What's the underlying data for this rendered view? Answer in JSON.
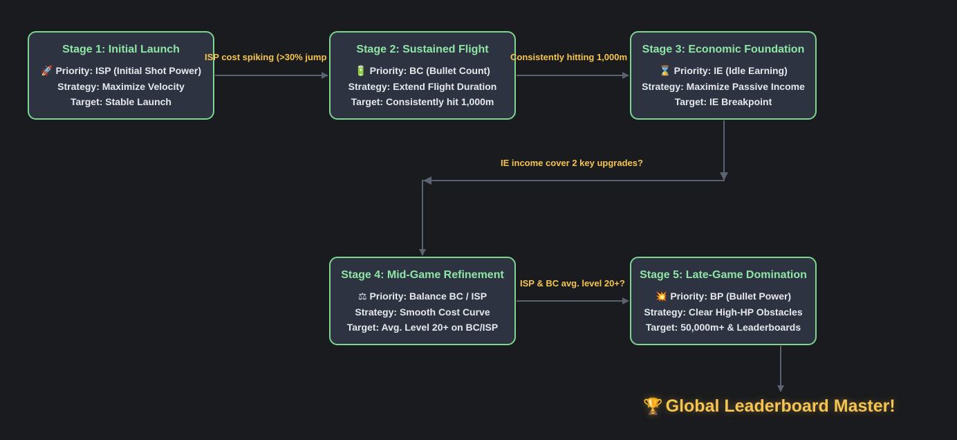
{
  "stages": [
    {
      "title": "Stage 1: Initial Launch",
      "icon": "rocket-icon",
      "icon_glyph": "🚀",
      "priority": "Priority: ISP (Initial Shot Power)",
      "strategy": "Strategy: Maximize Velocity",
      "target": "Target: Stable Launch"
    },
    {
      "title": "Stage 2: Sustained Flight",
      "icon": "battery-icon",
      "icon_glyph": "🔋",
      "priority": "Priority: BC (Bullet Count)",
      "strategy": "Strategy: Extend Flight Duration",
      "target": "Target: Consistently hit 1,000m"
    },
    {
      "title": "Stage 3: Economic Foundation",
      "icon": "hourglass-icon",
      "icon_glyph": "⌛",
      "priority": "Priority: IE (Idle Earning)",
      "strategy": "Strategy: Maximize Passive Income",
      "target": "Target: IE Breakpoint"
    },
    {
      "title": "Stage 4: Mid-Game Refinement",
      "icon": "balance-scale-icon",
      "icon_glyph": "⚖",
      "priority": "Priority: Balance BC / ISP",
      "strategy": "Strategy: Smooth Cost Curve",
      "target": "Target: Avg. Level 20+ on BC/ISP"
    },
    {
      "title": "Stage 5: Late-Game Domination",
      "icon": "explosion-icon",
      "icon_glyph": "💥",
      "priority": "Priority: BP (Bullet Power)",
      "strategy": "Strategy: Clear High-HP Obstacles",
      "target": "Target: 50,000m+ & Leaderboards"
    }
  ],
  "edges": [
    {
      "from": "Stage 1",
      "to": "Stage 2",
      "label": "ISP cost spiking (>30% jump)"
    },
    {
      "from": "Stage 2",
      "to": "Stage 3",
      "label": "Consistently hitting 1,000m"
    },
    {
      "from": "Stage 3",
      "to": "Stage 4",
      "label": "IE income cover 2 key upgrades?"
    },
    {
      "from": "Stage 4",
      "to": "Stage 5",
      "label": "ISP & BC avg. level 20+?"
    }
  ],
  "final": {
    "icon": "trophy-icon",
    "icon_glyph": "🏆",
    "label": "Global Leaderboard Master!"
  },
  "colors": {
    "background": "#1a1b1e",
    "node_fill": "#2d3340",
    "node_border": "#7ed691",
    "title_text": "#8ee5a5",
    "edge_label": "#f5c451",
    "connector": "#5b6270"
  }
}
